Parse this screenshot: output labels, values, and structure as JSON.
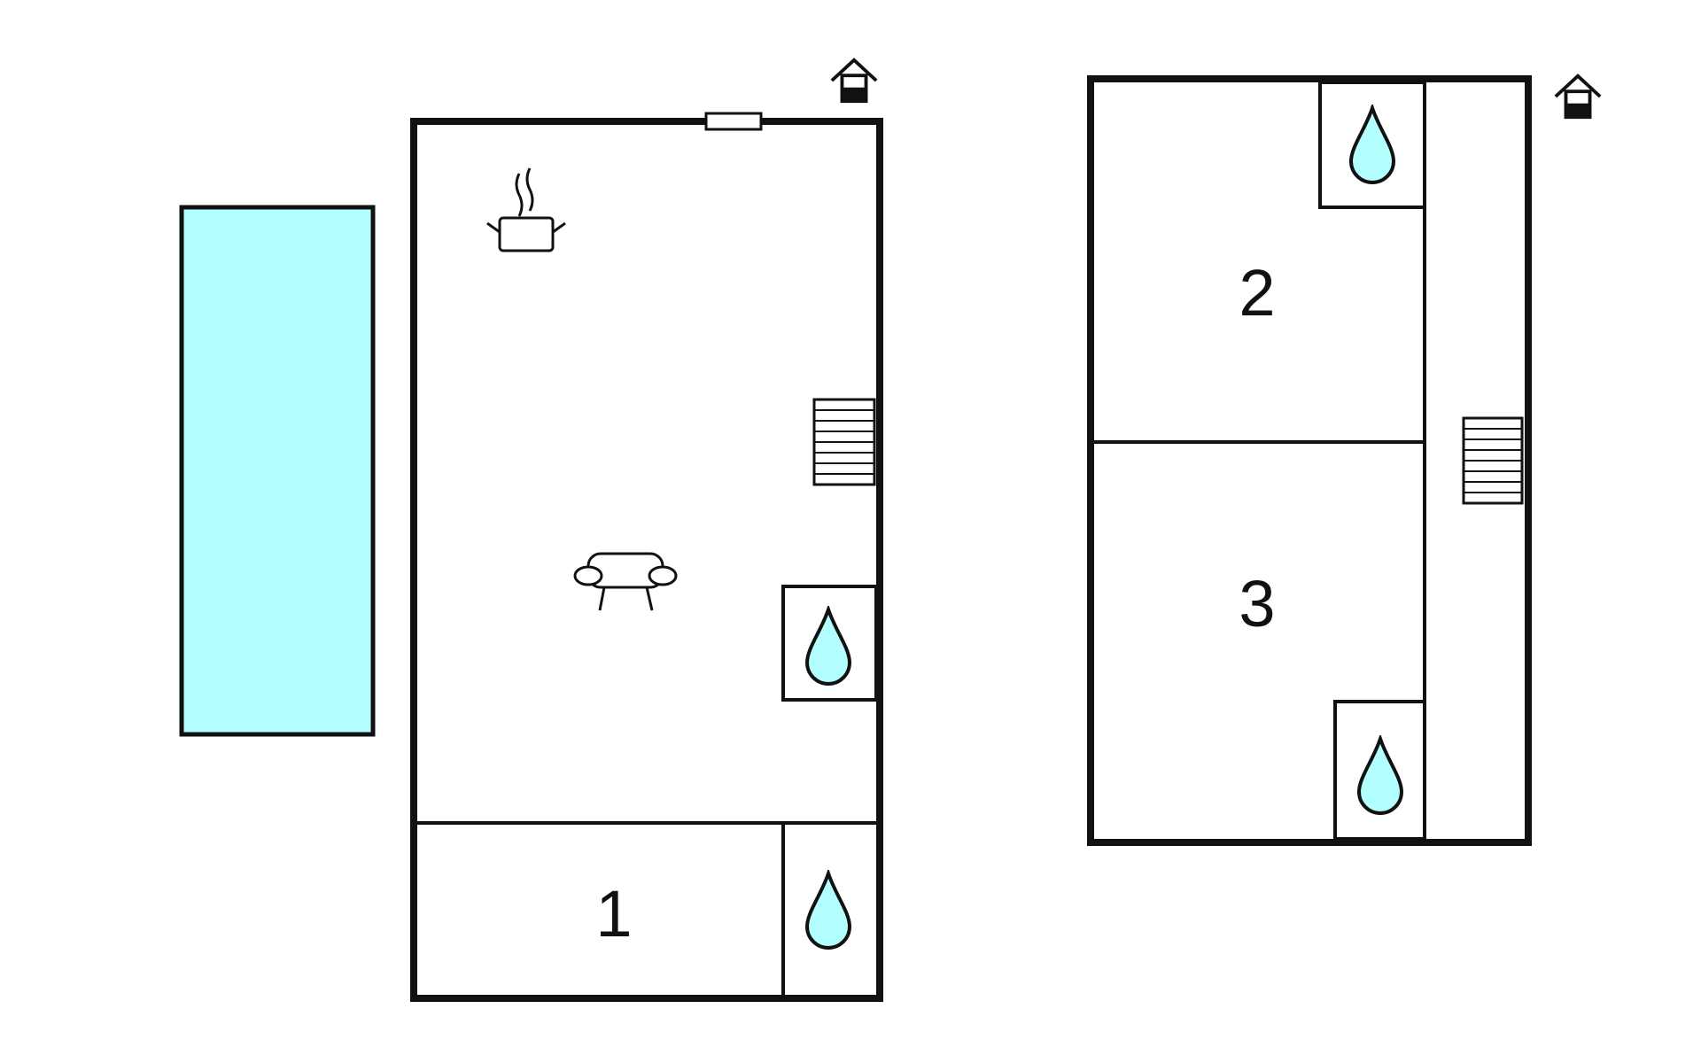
{
  "colors": {
    "wall": "#111111",
    "pool": "#b3ffff",
    "water": "#b3ffff",
    "background": "#ffffff"
  },
  "pool": {
    "icon": "swimming-pool"
  },
  "ground_floor": {
    "entrance_icon": "house-entrance-icon",
    "kitchen_icon": "cooking-pot-icon",
    "living_icon": "sofa-icon",
    "stairs_icon": "staircase-icon",
    "bathrooms": [
      {
        "icon": "water-drop-icon"
      },
      {
        "icon": "water-drop-icon"
      }
    ],
    "rooms": [
      {
        "label": "1"
      }
    ]
  },
  "upper_floor": {
    "entrance_icon": "house-entrance-icon",
    "stairs_icon": "staircase-icon",
    "bathrooms": [
      {
        "icon": "water-drop-icon"
      },
      {
        "icon": "water-drop-icon"
      }
    ],
    "rooms": [
      {
        "label": "2"
      },
      {
        "label": "3"
      }
    ]
  }
}
